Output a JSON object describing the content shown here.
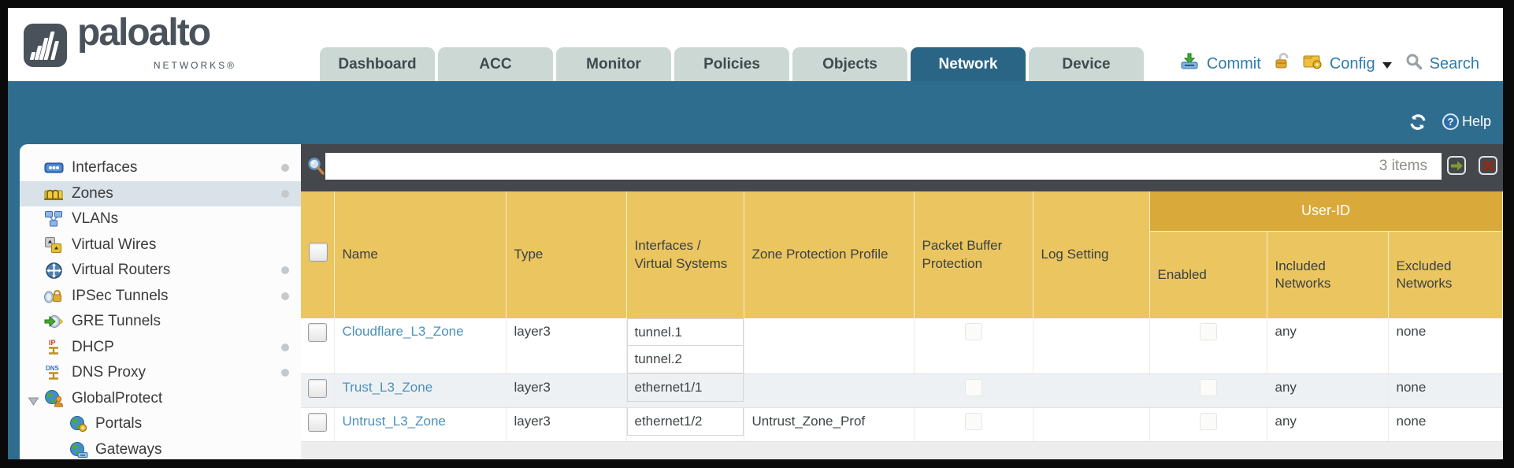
{
  "header": {
    "brand": "paloalto",
    "brand_sub": "NETWORKS®",
    "tabs": [
      {
        "label": "Dashboard",
        "active": false
      },
      {
        "label": "ACC",
        "active": false
      },
      {
        "label": "Monitor",
        "active": false
      },
      {
        "label": "Policies",
        "active": false
      },
      {
        "label": "Objects",
        "active": false
      },
      {
        "label": "Network",
        "active": true
      },
      {
        "label": "Device",
        "active": false
      }
    ],
    "actions": {
      "commit_label": "Commit",
      "config_label": "Config",
      "search_label": "Search"
    }
  },
  "toolbar": {
    "help_label": "Help"
  },
  "sidebar": {
    "items": [
      {
        "label": "Interfaces",
        "icon": "interfaces-icon",
        "dot": true,
        "selected": false
      },
      {
        "label": "Zones",
        "icon": "zones-icon",
        "dot": true,
        "selected": true
      },
      {
        "label": "VLANs",
        "icon": "vlans-icon",
        "dot": false,
        "selected": false
      },
      {
        "label": "Virtual Wires",
        "icon": "virtual-wires-icon",
        "dot": false,
        "selected": false
      },
      {
        "label": "Virtual Routers",
        "icon": "virtual-routers-icon",
        "dot": true,
        "selected": false
      },
      {
        "label": "IPSec Tunnels",
        "icon": "ipsec-tunnels-icon",
        "dot": true,
        "selected": false
      },
      {
        "label": "GRE Tunnels",
        "icon": "gre-tunnels-icon",
        "dot": false,
        "selected": false
      },
      {
        "label": "DHCP",
        "icon": "dhcp-icon",
        "dot": true,
        "selected": false
      },
      {
        "label": "DNS Proxy",
        "icon": "dns-proxy-icon",
        "dot": true,
        "selected": false
      },
      {
        "label": "GlobalProtect",
        "icon": "globalprotect-icon",
        "dot": false,
        "selected": false,
        "expanded": true
      },
      {
        "label": "Portals",
        "icon": "portals-icon",
        "dot": false,
        "selected": false,
        "indent": 1
      },
      {
        "label": "Gateways",
        "icon": "gateways-icon",
        "dot": false,
        "selected": false,
        "indent": 1
      }
    ]
  },
  "filterbar": {
    "value": "",
    "count": "3 items"
  },
  "table": {
    "group_header": "User-ID",
    "columns": [
      "Name",
      "Type",
      "Interfaces / Virtual Systems",
      "Zone Protection Profile",
      "Packet Buffer Protection",
      "Log Setting",
      "Enabled",
      "Included Networks",
      "Excluded Networks"
    ],
    "rows": [
      {
        "name": "Cloudflare_L3_Zone",
        "type": "layer3",
        "interfaces": [
          "tunnel.1",
          "tunnel.2"
        ],
        "zone_protection_profile": "",
        "packet_buffer_protection_checked": false,
        "log_setting": "",
        "user_id_enabled_checked": false,
        "included_networks": "any",
        "excluded_networks": "none"
      },
      {
        "name": "Trust_L3_Zone",
        "type": "layer3",
        "interfaces": [
          "ethernet1/1"
        ],
        "zone_protection_profile": "",
        "packet_buffer_protection_checked": false,
        "log_setting": "",
        "user_id_enabled_checked": false,
        "included_networks": "any",
        "excluded_networks": "none"
      },
      {
        "name": "Untrust_L3_Zone",
        "type": "layer3",
        "interfaces": [
          "ethernet1/2"
        ],
        "zone_protection_profile": "Untrust_Zone_Prof",
        "packet_buffer_protection_checked": false,
        "log_setting": "",
        "user_id_enabled_checked": false,
        "included_networks": "any",
        "excluded_networks": "none"
      }
    ]
  },
  "colors": {
    "teal_band": "#2f6d8e",
    "active_tab": "#2b6585",
    "inactive_tab": "#ccd8d4",
    "table_header_gold": "#ebc55f",
    "user_id_gold": "#d9a93a",
    "filter_strip": "#44484d",
    "link_blue": "#4a90ba",
    "action_blue": "#2e7cab"
  }
}
